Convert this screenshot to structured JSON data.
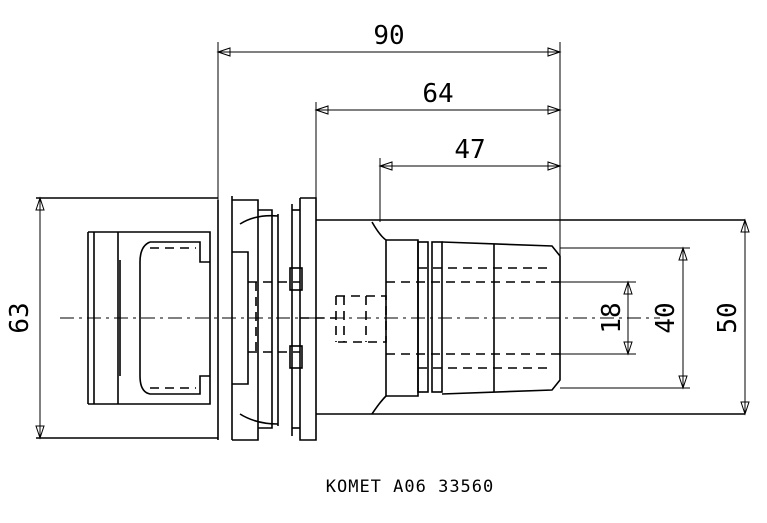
{
  "drawing": {
    "part_number": "KOMET A06 33560",
    "dimensions": {
      "length_total": "90",
      "length_mid": "64",
      "length_nose": "47",
      "flange_diameter": "63",
      "bore_diameter": "18",
      "inner_diameter": "40",
      "body_diameter": "50"
    }
  }
}
